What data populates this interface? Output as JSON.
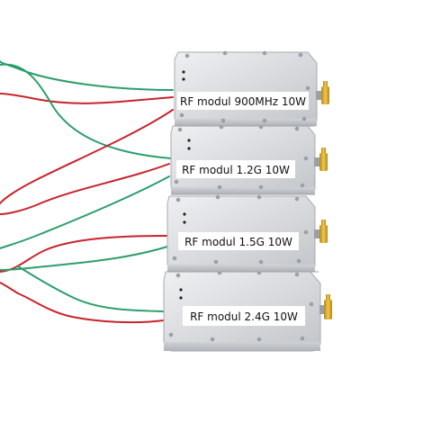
{
  "photo": {
    "background": "#ffffff",
    "module_color": "#d7d9dc",
    "wire_red": "#c8232c",
    "wire_green": "#2b9e6b",
    "connector_gold": "#d7a728",
    "modules": [
      {
        "label": "RF modul 900MHz 10W"
      },
      {
        "label": "RF modul 1.2G 10W"
      },
      {
        "label": "RF modul 1.5G 10W"
      },
      {
        "label": "RF modul 2.4G 10W"
      }
    ]
  }
}
